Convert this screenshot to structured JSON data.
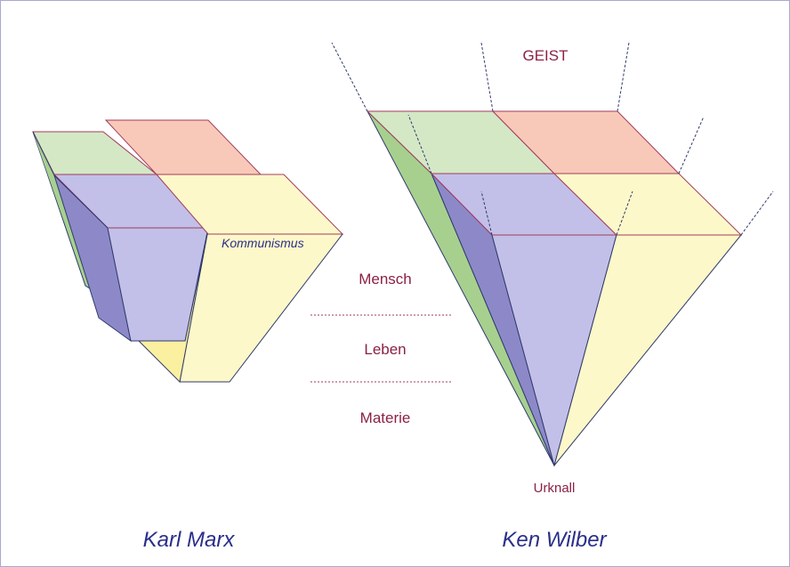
{
  "labels": {
    "geist": "GEIST",
    "mensch": "Mensch",
    "leben": "Leben",
    "materie": "Materie",
    "urknall": "Urknall",
    "kommunismus": "Kommunismus"
  },
  "captions": {
    "left": "Karl Marx",
    "right": "Ken Wilber"
  },
  "colors": {
    "green": "#d4e8c6",
    "green_side": "#a7d08f",
    "red": "#f8c9b8",
    "yellow": "#fdf8c9",
    "yellow_side": "#fbf0a0",
    "blue": "#c2c0e8",
    "blue_side": "#8d89c9",
    "edge_dark": "#303a6c",
    "edge_red": "#a23b5c",
    "label_red": "#8c2046",
    "label_blue": "#2a2f8a"
  }
}
